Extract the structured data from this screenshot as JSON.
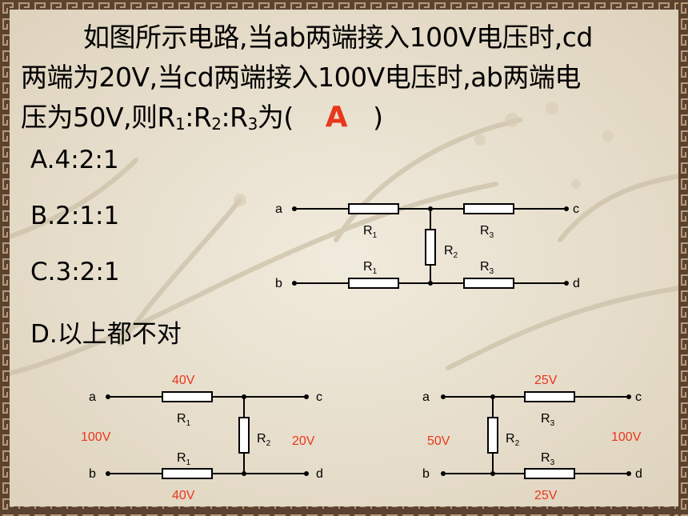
{
  "question": {
    "line1": "如图所示电路,当ab两端接入100V电压时,cd",
    "line2": "两端为20V,当cd两端接入100V电压时,ab两端电",
    "line3_prefix": "压为50V,则R",
    "line3_s1": "1",
    "line3_mid1": ":R",
    "line3_s2": "2",
    "line3_mid2": ":R",
    "line3_s3": "3",
    "line3_suffix": "为(",
    "answer": "A",
    "close_paren": ")"
  },
  "options": {
    "a": "A.4:2:1",
    "b": "B.2:1:1",
    "c": "C.3:2:1",
    "d": "D.以上都不对"
  },
  "colors": {
    "answer": "#e8371c",
    "annotation": "#e8371c"
  },
  "main_circuit": {
    "a": "a",
    "b": "b",
    "c": "c",
    "d": "d",
    "r1_top": "R",
    "r1_top_sub": "1",
    "r1_bot": "R",
    "r1_bot_sub": "1",
    "r2": "R",
    "r2_sub": "2",
    "r3_top": "R",
    "r3_top_sub": "3",
    "r3_bot": "R",
    "r3_bot_sub": "3"
  },
  "left_circuit": {
    "a": "a",
    "b": "b",
    "c": "c",
    "d": "d",
    "v_top": "40V",
    "v_bottom": "40V",
    "v_in": "100V",
    "v_out": "20V",
    "r1_top": "R",
    "r1_top_sub": "1",
    "r1_bot": "R",
    "r1_bot_sub": "1",
    "r2": "R",
    "r2_sub": "2"
  },
  "right_circuit": {
    "a": "a",
    "b": "b",
    "c": "c",
    "d": "d",
    "v_top": "25V",
    "v_bottom": "25V",
    "v_in": "100V",
    "v_out": "50V",
    "r3_top": "R",
    "r3_top_sub": "3",
    "r3_bot": "R",
    "r3_bot_sub": "3",
    "r2": "R",
    "r2_sub": "2"
  }
}
